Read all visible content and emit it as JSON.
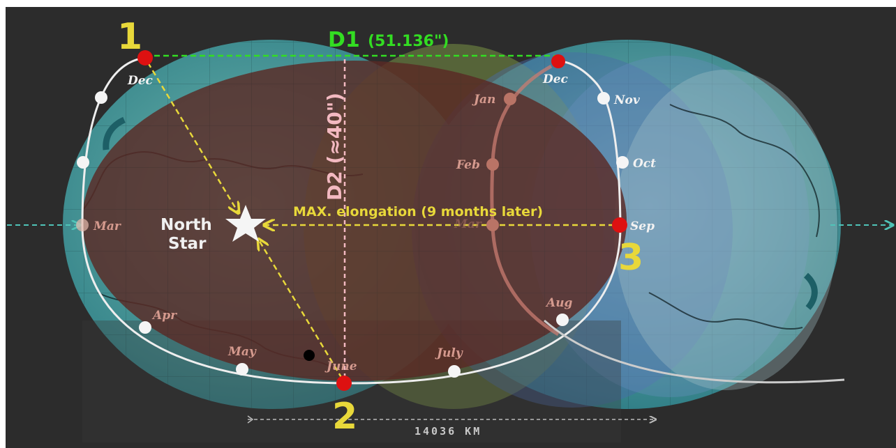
{
  "colors": {
    "frame": "#2c2c2c",
    "globe": "#3f8e93",
    "orbit_fill": "#5a2a24",
    "green": "#33dd22",
    "yellow": "#e8d83a",
    "red": "#dd1111",
    "white": "#f2f2f2",
    "pink": "#f3b9c1",
    "faint_label": "#d59a8e"
  },
  "markers": {
    "one": "1",
    "two": "2",
    "three": "3"
  },
  "d1": {
    "label": "D1",
    "value": "(51.136\")"
  },
  "d2": {
    "label": "D2 (≈40\")"
  },
  "north_star": {
    "line1": "North",
    "line2": "Star",
    "icon": "star-icon"
  },
  "elongation": {
    "label": "MAX. elongation (9 months later)"
  },
  "distance": {
    "label": "14036 KM"
  },
  "main_orbit_months": {
    "dec": "Dec",
    "mar": "Mar",
    "apr": "Apr",
    "may": "May",
    "june": "June",
    "july": "July",
    "aug": "Aug",
    "sep": "Sep",
    "oct": "Oct",
    "nov": "Nov",
    "dec_right": "Dec"
  },
  "inner_orbit_months": {
    "jan": "Jan",
    "feb": "Feb",
    "mar": "Mar"
  }
}
